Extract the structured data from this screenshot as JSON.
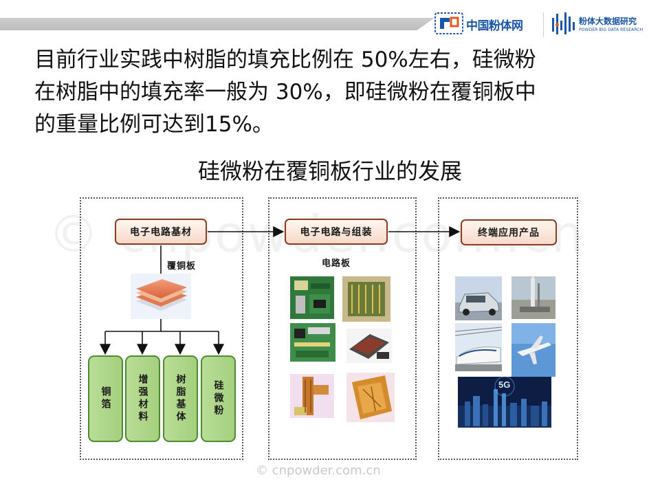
{
  "header": {
    "logo_cnpowder": "中国粉体网",
    "logo_research_cn": "粉体大数据研究",
    "logo_research_en": "POWDER BIG DATA RESEARCH"
  },
  "intro": {
    "line1": "目前行业实践中树脂的填充比例在 50%左右，硅微粉",
    "line2": "在树脂中的填充率一般为 30%，即硅微粉在覆铜板中",
    "line3": "的重量比例可达到15%。"
  },
  "diagram": {
    "title": "硅微粉在覆铜板行业的发展",
    "node1": "电子电路基材",
    "node2": "电子电路与组装",
    "node3": "终端应用产品",
    "label_ccl": "覆铜板",
    "label_pcb": "电路板",
    "materials": [
      "铜箔",
      "增强材料",
      "树脂基体",
      "硅微粉"
    ],
    "photo_5g_label": "5G"
  },
  "watermark": {
    "big": "© cnpowder.com.cn",
    "small": "© cnpowder.com.cn"
  },
  "colors": {
    "brand_blue": "#1a56a8",
    "node_border": "#8a3a1f",
    "material_green": "#a4d07d"
  }
}
